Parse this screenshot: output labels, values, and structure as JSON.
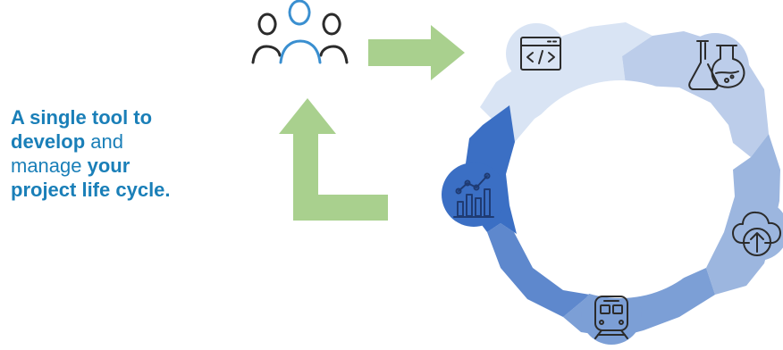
{
  "tagline": {
    "line1": "A single tool to",
    "line2_bold": "develop",
    "line2_rest": " and",
    "line3_rest": "manage ",
    "line3_bold": "your",
    "line4": "project life cycle."
  },
  "colors": {
    "text_blue": "#1a7fb8",
    "arrow_green": "#a9d08e",
    "people_dark": "#2b2b2b",
    "people_blue": "#3a8fd0",
    "segment_1": "#d9e4f4",
    "segment_2": "#bccdea",
    "segment_3": "#9cb6df",
    "segment_4": "#7c9fd6",
    "segment_5": "#5e88cd",
    "segment_6": "#3b6fc4",
    "icon_stroke": "#2b2b2b"
  },
  "icons": {
    "team": "people-team-icon",
    "code": "code-window-icon",
    "test": "lab-flask-icon",
    "deploy": "cloud-upload-icon",
    "delivery": "train-icon",
    "monitor": "analytics-chart-icon"
  }
}
